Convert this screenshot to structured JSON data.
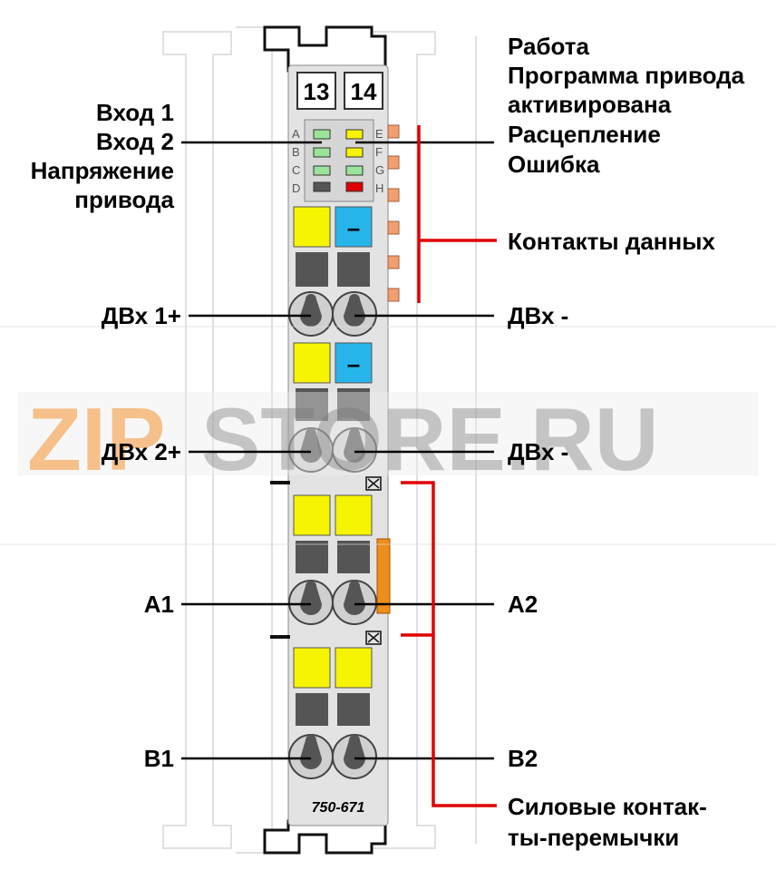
{
  "module": {
    "part_number": "750-671",
    "tabs": [
      "13",
      "14"
    ],
    "led_letters_left": [
      "A",
      "B",
      "C",
      "D"
    ],
    "led_letters_right": [
      "E",
      "F",
      "G",
      "H"
    ],
    "led_colors_left": [
      "#9be39b",
      "#9be39b",
      "#9be39b",
      "#555555"
    ],
    "led_colors_right": [
      "#f7f400",
      "#f7f400",
      "#9be39b",
      "#e00000"
    ],
    "minus_sign": "–"
  },
  "labels_left": {
    "input1": "Вход 1",
    "input2": "Вход 2",
    "drive_voltage_1": "Напряжение",
    "drive_voltage_2": "привода",
    "dvx1_plus": "ДВх 1+",
    "dvx2_plus": "ДВх 2+",
    "a1": "A1",
    "b1": "B1"
  },
  "labels_right": {
    "operation": "Работа",
    "program_1": "Программа привода",
    "program_2": "активирована",
    "release": "Расцепление",
    "error": "Ошибка",
    "data_contacts": "Контакты данных",
    "dvx_minus_1": "ДВх -",
    "dvx_minus_2": "ДВх -",
    "a2": "A2",
    "b2": "B2",
    "power_jumper_1": "Силовые контак-",
    "power_jumper_2": "ты-перемычки"
  },
  "watermark": {
    "left": "ZIP",
    "right": "STORE.RU",
    "left_color": "#f2a65a",
    "right_color": "#9a9a9a"
  },
  "colors": {
    "module_body": "#e3e3e3",
    "terminal_yellow": "#f7f400",
    "terminal_blue": "#27b4ea",
    "terminal_dark": "#555555",
    "red_line": "#e00000",
    "orange_contact": "#f0a070"
  }
}
